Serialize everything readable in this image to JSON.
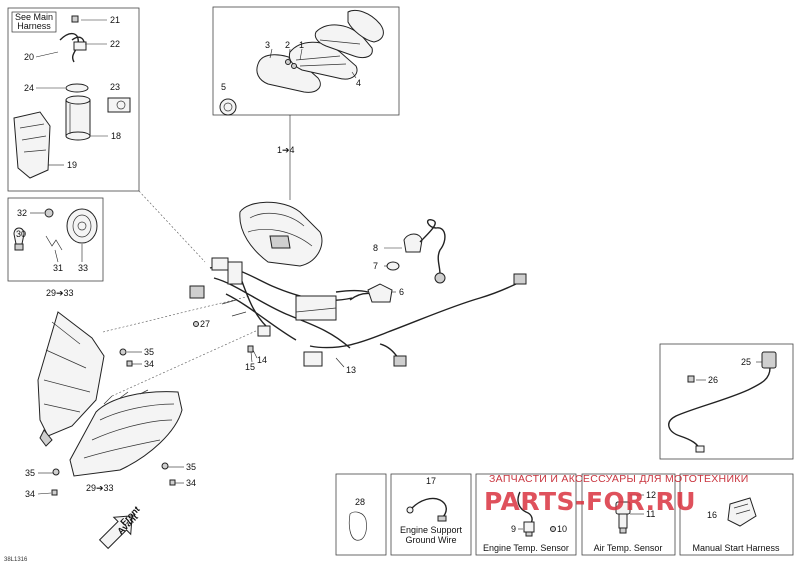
{
  "callouts": {
    "c21": "21",
    "c22": "22",
    "c20": "20",
    "c24": "24",
    "c23": "23",
    "c18": "18",
    "c19": "19",
    "c3": "3",
    "c2": "2",
    "c1": "1",
    "c4": "4",
    "c5": "5",
    "c1to4": "1➔4",
    "c32": "32",
    "c30": "30",
    "c31": "31",
    "c33": "33",
    "c29to33_top": "29➔33",
    "c8": "8",
    "c7": "7",
    "c6": "6",
    "c27": "27",
    "c35_top": "35",
    "c34_top": "34",
    "c14": "14",
    "c15": "15",
    "c13": "13",
    "c25": "25",
    "c26": "26",
    "c35_bl": "35",
    "c34_bl": "34",
    "c29to33_bot": "29➔33",
    "c35_br": "35",
    "c34_br": "34",
    "c28": "28",
    "c17": "17",
    "c9": "9",
    "c10": "10",
    "c12": "12",
    "c11": "11",
    "c16": "16"
  },
  "notes": {
    "see_main_harness": [
      "See Main",
      "Harness"
    ]
  },
  "captions": {
    "engine_support_ground_wire": [
      "Engine Support",
      "Ground Wire"
    ],
    "engine_temp_sensor": "Engine Temp. Sensor",
    "air_temp_sensor": "Air Temp. Sensor",
    "manual_start_harness": "Manual Start Harness"
  },
  "front_marker": [
    "Front",
    "Avant"
  ],
  "watermark": {
    "tagline": "ЗАПЧАСТИ И АКСЕССУАРЫ ДЛЯ МОТОТЕХНИКИ",
    "site": "PARTS-FOR.RU",
    "accent": "#d9333f"
  },
  "drawing_ref": "38L1316"
}
